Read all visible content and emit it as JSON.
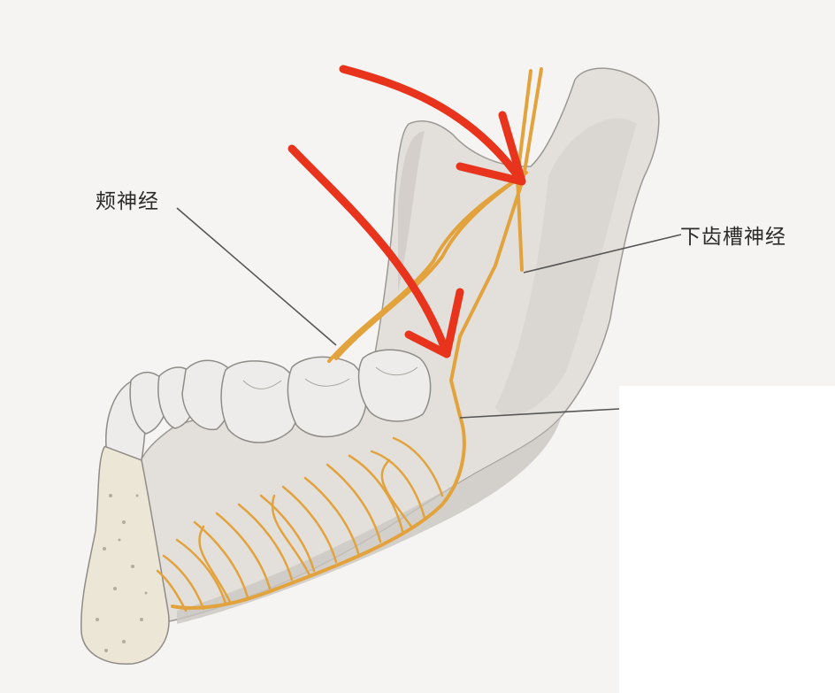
{
  "labels": {
    "buccal_nerve": "颊神经",
    "inferior_alveolar_nerve": "下齿槽神经"
  },
  "colors": {
    "background": "#f6f4f3",
    "bone": "#e3e0dc",
    "bone_shadow": "#c9c5c0",
    "cancellous_bone": "#ece6d6",
    "nerve": "#e2a23c",
    "annotation_arrow": "#e8341c",
    "leader_line": "#555555"
  },
  "icons": [
    "mandible-illustration",
    "red-arrow-annotation"
  ]
}
